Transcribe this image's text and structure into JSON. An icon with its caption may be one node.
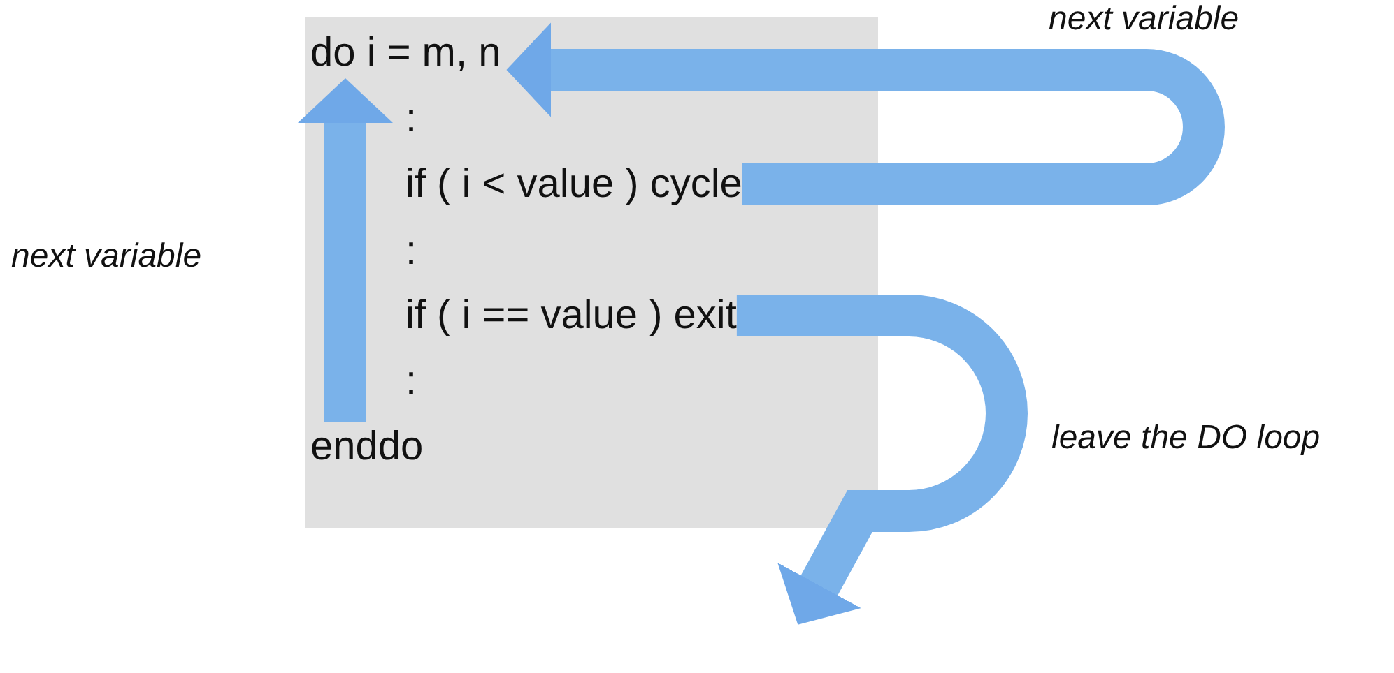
{
  "diagram": {
    "nodes": [
      {
        "text": [],
        "shape": "box"
      },
      {
        "text": [
          "do i = m, n"
        ],
        "in": 0
      },
      {
        "text": [
          ":"
        ],
        "in": 0
      },
      {
        "text": [
          "if ( i < value ) cycle"
        ],
        "in": 0
      },
      {
        "text": [
          ":"
        ],
        "in": 0
      },
      {
        "text": [
          "if ( i == value ) exit"
        ],
        "in": 0
      },
      {
        "text": [
          ":"
        ],
        "in": 0
      },
      {
        "text": [
          "enddo"
        ],
        "in": 0
      }
    ],
    "edges": [
      {
        "from": 7,
        "to": 1,
        "arrow": "to",
        "label": "next variable"
      },
      {
        "from": 3,
        "to": 1,
        "arrow": "to",
        "label": "next variable"
      },
      {
        "from": 5,
        "to": null,
        "arrow": "to",
        "label": "leave the DO loop"
      }
    ]
  }
}
